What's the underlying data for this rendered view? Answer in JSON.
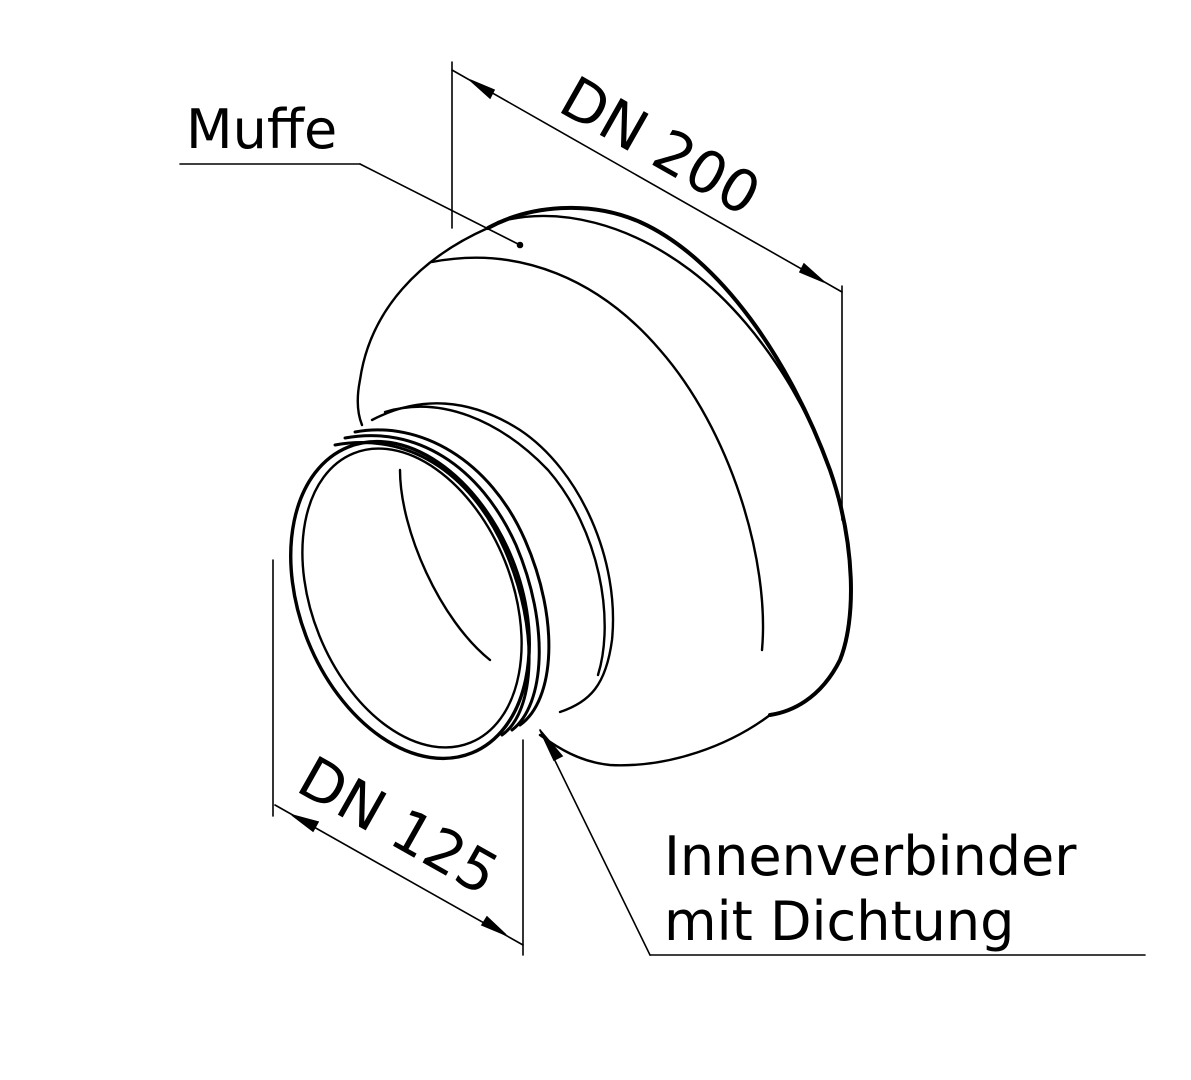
{
  "colors": {
    "line": "#000000",
    "background": "#ffffff"
  },
  "labels": {
    "muffe": "Muffe",
    "dn_large": "DN 200",
    "dn_small": "DN 125",
    "innenverbinder_line1": "Innenverbinder",
    "innenverbinder_line2": "mit Dichtung"
  }
}
